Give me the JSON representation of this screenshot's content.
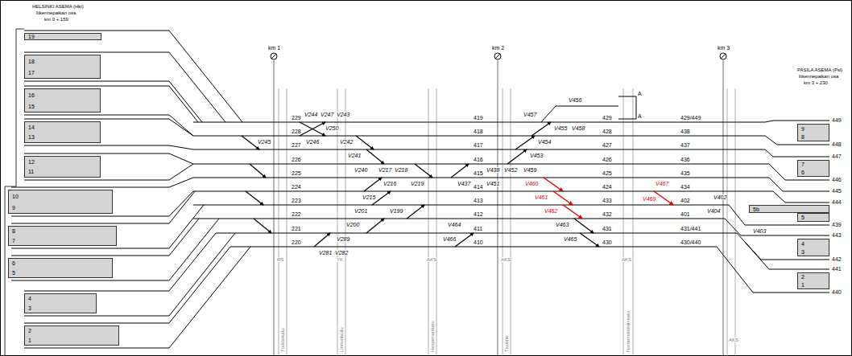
{
  "diagram": {
    "nodes": [
      {
        "text": [
          "19"
        ]
      },
      {
        "text": [
          "18",
          "17"
        ]
      },
      {
        "text": [
          "16",
          "15"
        ]
      },
      {
        "text": [
          "14",
          "13"
        ]
      },
      {
        "text": [
          "12",
          "11"
        ]
      },
      {
        "text": [
          "10",
          "9"
        ]
      },
      {
        "text": [
          "8",
          "7"
        ]
      },
      {
        "text": [
          "6",
          "5"
        ]
      },
      {
        "text": [
          "4",
          "3"
        ]
      },
      {
        "text": [
          "2",
          "1"
        ]
      },
      {
        "text": [
          "9",
          "8"
        ]
      },
      {
        "text": [
          "7",
          "6"
        ]
      },
      {
        "text": [
          "5b"
        ]
      },
      {
        "text": [
          "5"
        ]
      },
      {
        "text": [
          "4",
          "3"
        ]
      },
      {
        "text": [
          "2",
          "1"
        ]
      }
    ],
    "labels": [
      "HELSINKI ASEMA (Hki)",
      "liikennepaikan osa",
      "km 0 + 159",
      "km 1",
      "km 2",
      "km 3",
      "PASILA ASEMA (Psl)",
      "liikennepaikan osa",
      "km 3 + 230",
      "229",
      "228",
      "227",
      "226",
      "225",
      "224",
      "223",
      "222",
      "221",
      "220",
      "419",
      "418",
      "417",
      "416",
      "415",
      "414",
      "413",
      "412",
      "411",
      "410",
      "429",
      "428",
      "427",
      "426",
      "425",
      "424",
      "433",
      "432",
      "431",
      "430",
      "429/449",
      "438",
      "437",
      "436",
      "435",
      "434",
      "402",
      "401",
      "431/441",
      "430/440",
      "449",
      "448",
      "447",
      "446",
      "445",
      "444",
      "439",
      "443",
      "442",
      "441",
      "440",
      "V244",
      "V247",
      "V243",
      "V250",
      "V246",
      "V245",
      "V242",
      "V241",
      "V240",
      "V217",
      "V218",
      "V219",
      "V216",
      "V215",
      "V201",
      "V199",
      "V200",
      "V289",
      "V281",
      "V282",
      "V456",
      "V457",
      "V455",
      "V458",
      "V454",
      "V453",
      "V438",
      "V452",
      "V459",
      "V437",
      "V451",
      "V460",
      "V461",
      "V462",
      "V463",
      "V465",
      "V464",
      "V466",
      "V467",
      "V469",
      "V402",
      "V404",
      "V403",
      "A",
      "A",
      "Töölönkatu",
      "Linnunlaulu",
      "Hesperiankatu",
      "Tivolitie",
      "Nordenskiöldinkatu",
      "RS",
      "YK",
      "AKS",
      "AKS",
      "AKS",
      "AKS"
    ]
  }
}
